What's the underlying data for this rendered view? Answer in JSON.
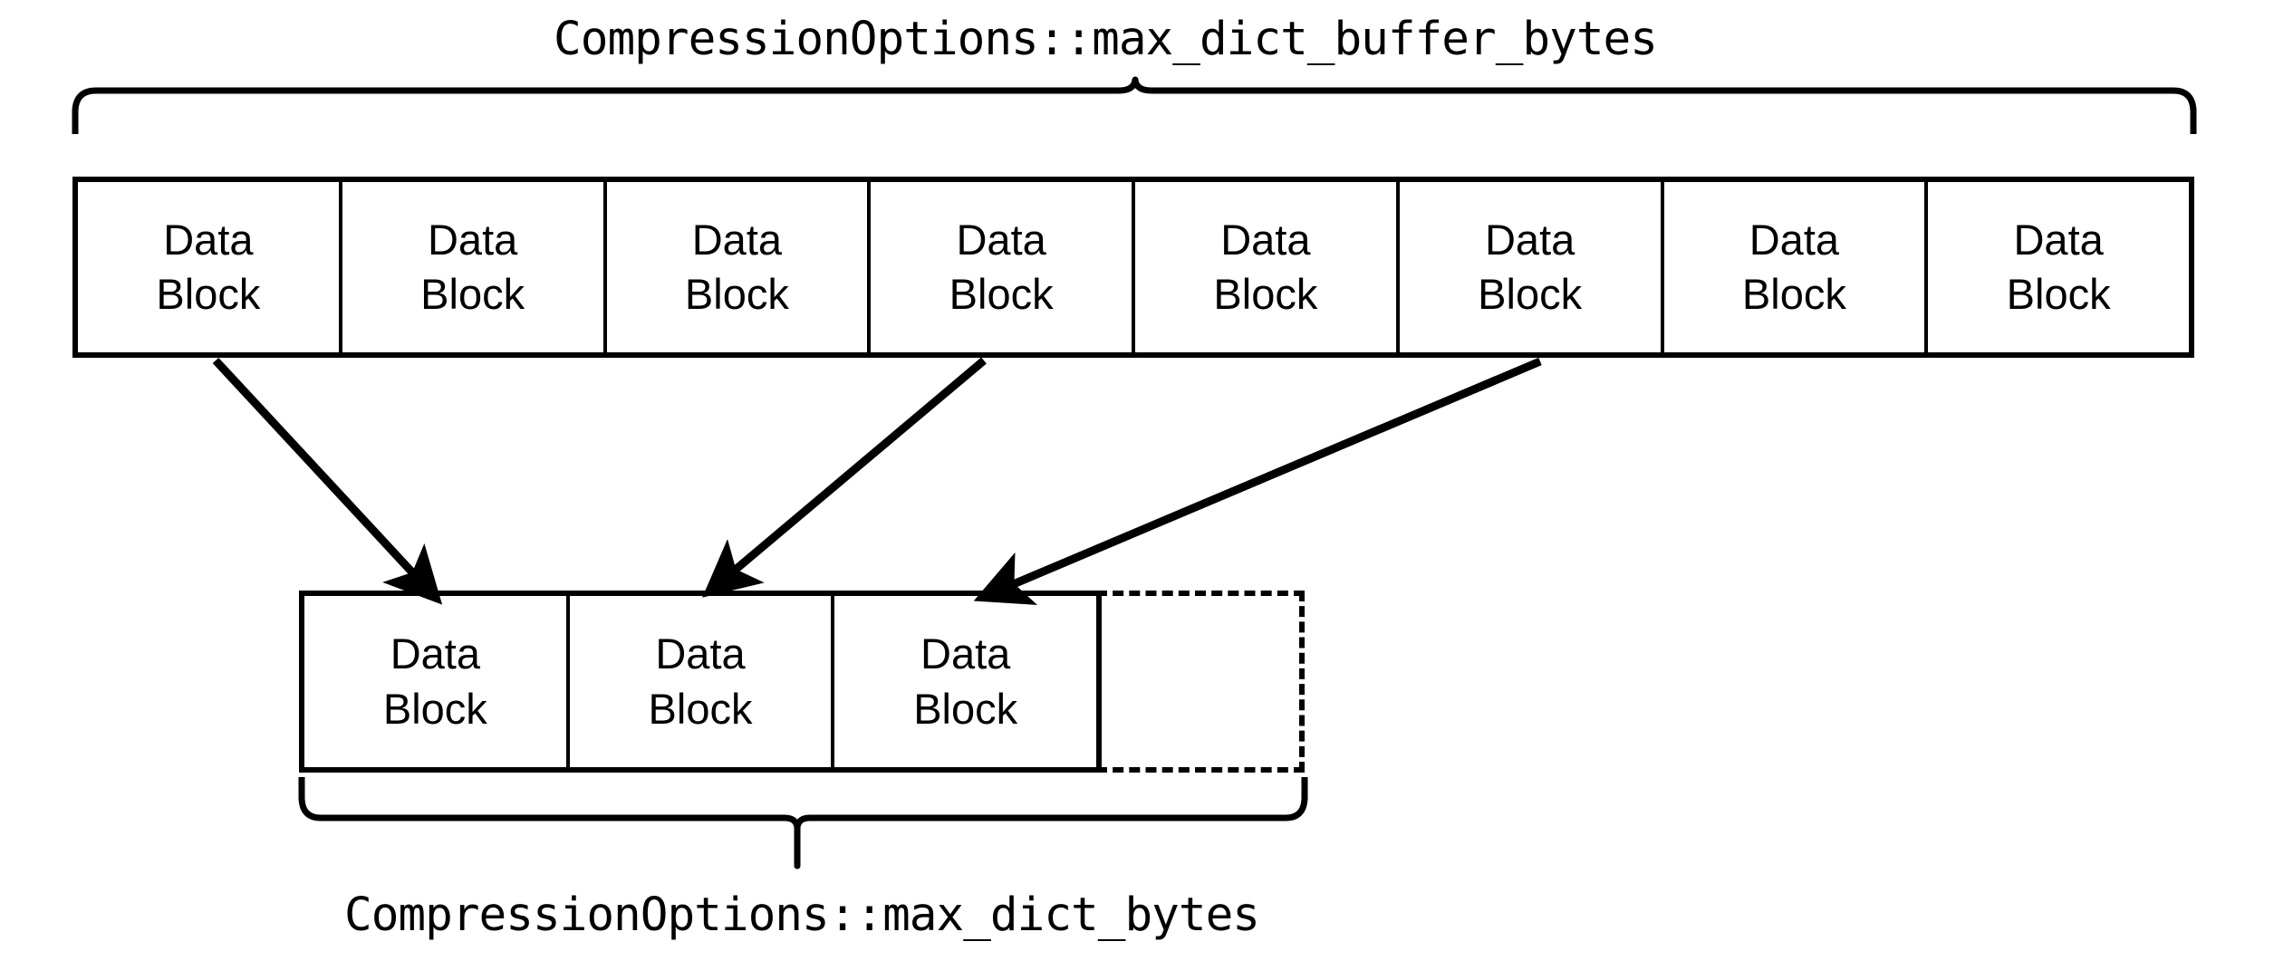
{
  "diagram": {
    "title_top": "CompressionOptions::max_dict_buffer_bytes",
    "title_bottom": "CompressionOptions::max_dict_bytes",
    "block_label_line1": "Data",
    "block_label_line2": "Block",
    "colors": {
      "stroke": "#000000",
      "background": "#ffffff",
      "text": "#000000"
    },
    "top_row": {
      "name": "buffered-data-blocks",
      "count": 8,
      "blocks": [
        {
          "line1": "Data",
          "line2": "Block"
        },
        {
          "line1": "Data",
          "line2": "Block"
        },
        {
          "line1": "Data",
          "line2": "Block"
        },
        {
          "line1": "Data",
          "line2": "Block"
        },
        {
          "line1": "Data",
          "line2": "Block"
        },
        {
          "line1": "Data",
          "line2": "Block"
        },
        {
          "line1": "Data",
          "line2": "Block"
        },
        {
          "line1": "Data",
          "line2": "Block"
        }
      ]
    },
    "bottom_row": {
      "name": "dictionary-data-blocks",
      "solid_count": 3,
      "dashed_count": 1,
      "blocks": [
        {
          "line1": "Data",
          "line2": "Block"
        },
        {
          "line1": "Data",
          "line2": "Block"
        },
        {
          "line1": "Data",
          "line2": "Block"
        }
      ],
      "placeholder": {
        "style": "dashed",
        "label": ""
      }
    },
    "braces": [
      {
        "name": "top-brace",
        "spans": "top_row",
        "label": "CompressionOptions::max_dict_buffer_bytes",
        "direction": "up"
      },
      {
        "name": "bottom-brace",
        "spans": "bottom_row",
        "label": "CompressionOptions::max_dict_bytes",
        "direction": "down"
      }
    ],
    "arrows": [
      {
        "name": "arrow-1",
        "from_block_index": 0,
        "to_block_index": 0
      },
      {
        "name": "arrow-2",
        "from_block_index": 3,
        "to_block_index": 1
      },
      {
        "name": "arrow-3",
        "from_block_index": 5,
        "to_block_index": 2
      }
    ]
  }
}
